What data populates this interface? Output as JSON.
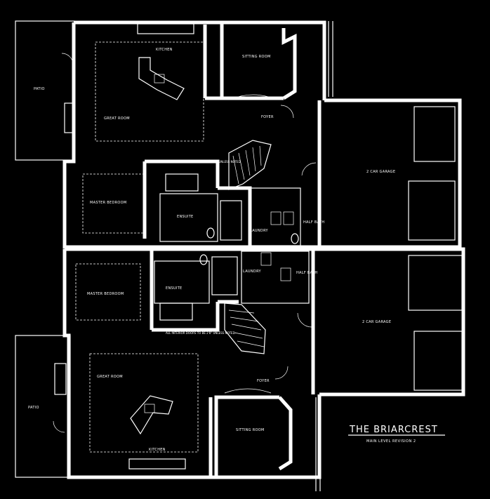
{
  "plan": {
    "title": "THE BRIARCREST",
    "subtitle": "MAIN LEVEL REVISION 2"
  },
  "unit_a": {
    "patio": "PATIO",
    "kitchen": "KITCHEN",
    "great_room": "GREAT ROOM",
    "sitting_room": "SITTING ROOM",
    "foyer": "FOYER",
    "garage": "2 CAR GARAGE",
    "master_bedroom": "MASTER BEDROOM",
    "ensuite": "ENSUITE",
    "laundry": "LAUNDRY",
    "half_bath": "HALF BATH",
    "note": "ALL INTERIOR DOORS TO BE 2'8\" UNLESS NOTED"
  },
  "unit_b": {
    "patio": "PATIO",
    "kitchen": "KITCHEN",
    "great_room": "GREAT ROOM",
    "sitting_room": "SITTING ROOM",
    "foyer": "FOYER",
    "garage": "2 CAR GARAGE",
    "master_bedroom": "MASTER BEDROOM",
    "ensuite": "ENSUITE",
    "laundry": "LAUNDRY",
    "half_bath": "HALF BATH",
    "note": "ALL INTERIOR DOORS TO BE 2'8\" UNLESS NOTED"
  },
  "colors": {
    "background": "#000000",
    "linework": "#ffffff"
  }
}
